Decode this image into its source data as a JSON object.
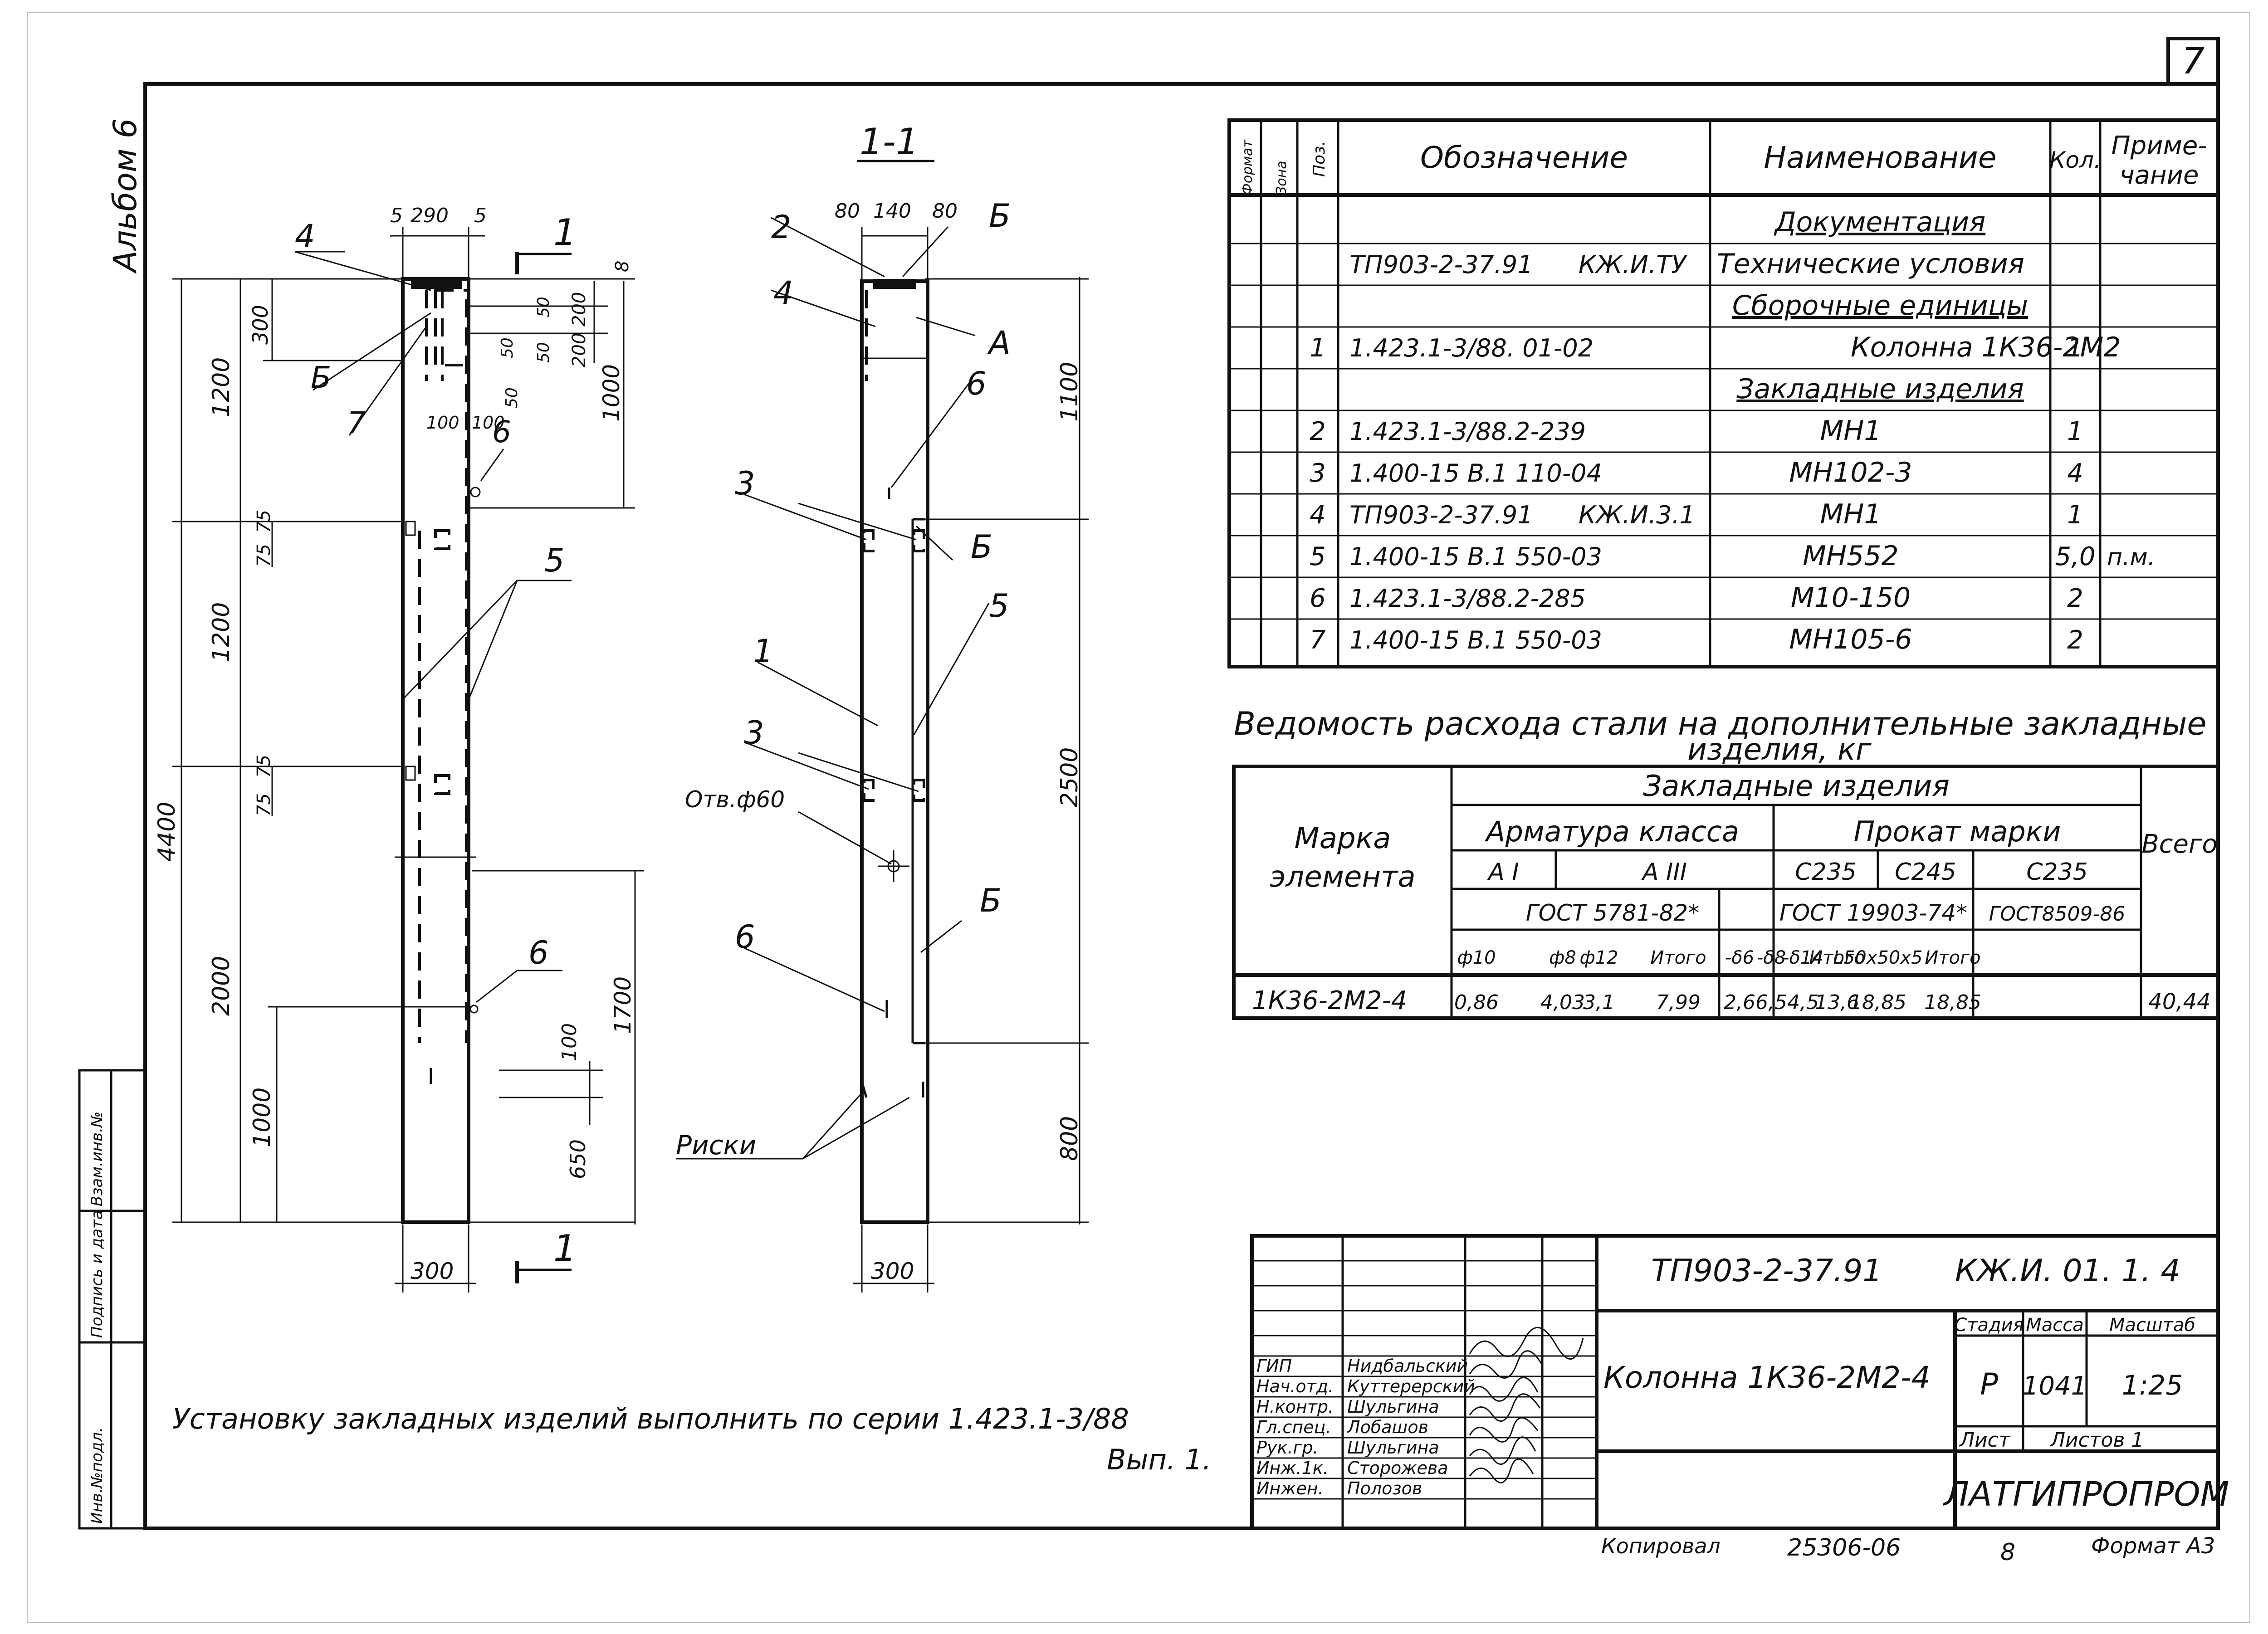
{
  "sheet": {
    "number": "7",
    "album": "Альбом 6",
    "format": "Формат А3",
    "copied": "Копировал",
    "copied_mark": "25306-06",
    "copied_num": "8"
  },
  "side_stamp": [
    "Инв.№подл.",
    "Подпись и дата",
    "Взам.инв.№"
  ],
  "drawing": {
    "section_label": "1-1",
    "cut_mark": "1",
    "left_view": {
      "top_dims": [
        "5",
        "290",
        "5"
      ],
      "left_dims": [
        "1200",
        "1200",
        "2000",
        "4400",
        "300",
        "1000"
      ],
      "mid_dims": [
        "75",
        "75",
        "75",
        "75"
      ],
      "inner_dims": [
        "50",
        "50",
        "50",
        "50",
        "100",
        "100"
      ],
      "right_dims": [
        "8",
        "200",
        "200",
        "1000",
        "100",
        "1700",
        "650"
      ],
      "bottom_dim": "300",
      "callouts": [
        "4",
        "Б",
        "7",
        "6",
        "5",
        "6"
      ]
    },
    "right_view": {
      "top_dims": [
        "80",
        "140",
        "80"
      ],
      "right_dims": [
        "1100",
        "2500",
        "800"
      ],
      "bottom_dim": "300",
      "callouts": [
        "2",
        "Б",
        "4",
        "А",
        "6",
        "3",
        "Б",
        "1",
        "5",
        "3",
        "6",
        "Б"
      ],
      "hole_label": "Отв.ф60",
      "marks_label": "Риски"
    },
    "note_line1": "Установку закладных изделий выполнить по серии 1.423.1-3/88",
    "note_line2": "Вып. 1."
  },
  "spec_table": {
    "headers": [
      "Формат",
      "Зона",
      "Поз.",
      "Обозначение",
      "Наименование",
      "Кол.",
      "Примечание"
    ],
    "header_note": [
      "Приме-",
      "чание"
    ],
    "rows": [
      {
        "pos": "",
        "code": "",
        "name": "Документация",
        "qty": "",
        "note": "",
        "section": true
      },
      {
        "pos": "",
        "code": "ТП903-2-37.91",
        "code2": "КЖ.И.ТУ",
        "name": "Технические условия",
        "qty": "",
        "note": ""
      },
      {
        "pos": "",
        "code": "",
        "name": "Сборочные единицы",
        "qty": "",
        "note": "",
        "section": true
      },
      {
        "pos": "1",
        "code": "1.423.1-3/88. 01-02",
        "name": "Колонна 1К36-2М2",
        "qty": "1",
        "note": ""
      },
      {
        "pos": "",
        "code": "",
        "name": "Закладные изделия",
        "qty": "",
        "note": "",
        "section": true
      },
      {
        "pos": "2",
        "code": "1.423.1-3/88.2-239",
        "name": "МН1",
        "qty": "1",
        "note": ""
      },
      {
        "pos": "3",
        "code": "1.400-15 В.1 110-04",
        "name": "МН102-3",
        "qty": "4",
        "note": ""
      },
      {
        "pos": "4",
        "code": "ТП903-2-37.91",
        "code2": "КЖ.И.3.1",
        "name": "МН1",
        "qty": "1",
        "note": ""
      },
      {
        "pos": "5",
        "code": "1.400-15 В.1 550-03",
        "name": "МН552",
        "qty": "5,0",
        "note": "п.м."
      },
      {
        "pos": "6",
        "code": "1.423.1-3/88.2-285",
        "name": "М10-150",
        "qty": "2",
        "note": ""
      },
      {
        "pos": "7",
        "code": "1.400-15 В.1 550-03",
        "name": "МН105-6",
        "qty": "2",
        "note": ""
      }
    ]
  },
  "steel_table": {
    "title1": "Ведомость расхода стали на дополнительные закладные",
    "title2": "изделия, кг",
    "mark_header": [
      "Марка",
      "элемента"
    ],
    "group_header": "Закладные изделия",
    "total_header": "Всего",
    "armatura": "Арматура класса",
    "prokat": "Прокат марки",
    "classes": [
      "А I",
      "А III",
      "С235",
      "С245",
      "С235"
    ],
    "gosts": [
      "ГОСТ 5781-82*",
      "ГОСТ 19903-74*",
      "ГОСТ8509-86"
    ],
    "subcols": [
      "ф10",
      "",
      "ф8",
      "ф12",
      "",
      "Итого",
      "-δ6",
      "-δ8",
      "-δ14",
      "Итого",
      "L50x50x5",
      "",
      "Итого"
    ],
    "row": {
      "mark": "1К36-2М2-4",
      "values": [
        "0,86",
        "",
        "4,03",
        "3,1",
        "",
        "7,99",
        "2,6",
        "6,5",
        "4,5",
        "13,6",
        "18,85",
        "",
        "18,85"
      ],
      "total": "40,44"
    }
  },
  "title_block": {
    "code": "ТП903-2-37.91",
    "code2": "КЖ.И. 01. 1. 4",
    "name": "Колонна 1К36-2М2-4",
    "stage_header": "Стадия",
    "mass_header": "Масса",
    "scale_header": "Масштаб",
    "stage": "Р",
    "mass": "1041",
    "scale": "1:25",
    "sheet_label": "Лист",
    "sheets_label": "Листов 1",
    "org": "ЛАТГИПРОПРОМ",
    "staff": [
      {
        "role": "ГИП",
        "name": "Нидбальский"
      },
      {
        "role": "Нач.отд.",
        "name": "Куттерерский"
      },
      {
        "role": "Н.контр.",
        "name": "Шульгина"
      },
      {
        "role": "Гл.спец.",
        "name": "Лобашов"
      },
      {
        "role": "Рук.гр.",
        "name": "Шульгина"
      },
      {
        "role": "Инж.1к.",
        "name": "Сторожева"
      },
      {
        "role": "Инжен.",
        "name": "Полозов"
      }
    ]
  }
}
